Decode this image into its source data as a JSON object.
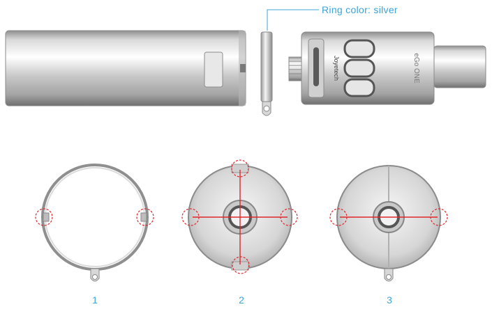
{
  "callout": {
    "text": "Ring color: silver"
  },
  "product": {
    "brand": "Joyetech",
    "model": "eGo ONE"
  },
  "steps": [
    {
      "label": "1"
    },
    {
      "label": "2"
    },
    {
      "label": "3"
    }
  ],
  "colors": {
    "accent": "#3ba3d8",
    "marker": "#e0262b",
    "metal_light": "#f2f2f2",
    "metal_dark": "#9a9a9a",
    "outline": "#7d7d7d"
  }
}
